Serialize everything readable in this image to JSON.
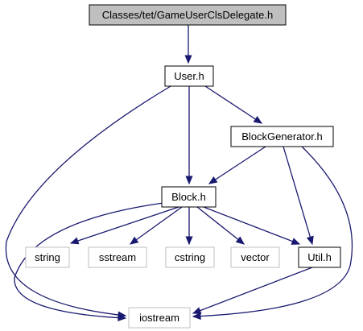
{
  "diagram": {
    "type": "include-dependency-graph",
    "colors": {
      "edge": "#191970",
      "root_fill": "#bfbfbf",
      "node_border": "#000000",
      "external_border": "#bfbfbf",
      "text": "#000000"
    },
    "nodes": [
      {
        "id": "root",
        "label": "Classes/tet/GameUserClsDelegate.h",
        "kind": "root"
      },
      {
        "id": "user",
        "label": "User.h",
        "kind": "file"
      },
      {
        "id": "blockgen",
        "label": "BlockGenerator.h",
        "kind": "file"
      },
      {
        "id": "block",
        "label": "Block.h",
        "kind": "file"
      },
      {
        "id": "string",
        "label": "string",
        "kind": "external"
      },
      {
        "id": "sstream",
        "label": "sstream",
        "kind": "external"
      },
      {
        "id": "cstring",
        "label": "cstring",
        "kind": "external"
      },
      {
        "id": "vector",
        "label": "vector",
        "kind": "external"
      },
      {
        "id": "util",
        "label": "Util.h",
        "kind": "file"
      },
      {
        "id": "iostream",
        "label": "iostream",
        "kind": "external"
      }
    ],
    "edges": [
      {
        "from": "root",
        "to": "user"
      },
      {
        "from": "user",
        "to": "block"
      },
      {
        "from": "user",
        "to": "blockgen"
      },
      {
        "from": "user",
        "to": "iostream"
      },
      {
        "from": "blockgen",
        "to": "block"
      },
      {
        "from": "blockgen",
        "to": "util"
      },
      {
        "from": "blockgen",
        "to": "iostream"
      },
      {
        "from": "block",
        "to": "string"
      },
      {
        "from": "block",
        "to": "sstream"
      },
      {
        "from": "block",
        "to": "cstring"
      },
      {
        "from": "block",
        "to": "vector"
      },
      {
        "from": "block",
        "to": "util"
      },
      {
        "from": "block",
        "to": "iostream"
      },
      {
        "from": "util",
        "to": "iostream"
      }
    ]
  }
}
